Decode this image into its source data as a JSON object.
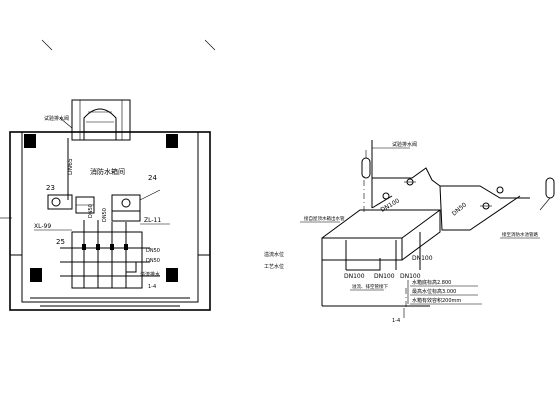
{
  "plan": {
    "room_label": "消防水箱间",
    "pipe_labels": [
      "DN65",
      "DN50",
      "DN50",
      "DN50",
      "DN50"
    ],
    "equipment_numbers": [
      "23",
      "24",
      "25"
    ],
    "riser_left": "XL-99",
    "riser_right": "ZL-11",
    "valve_note": "试验排水阀",
    "drain_note": "溢流排水",
    "axis_label": "1-4"
  },
  "iso": {
    "notes": [
      "试验排水阀",
      "接自屋顶水箱出水管",
      "接至消防水池管路",
      "溢流、排空管接下"
    ],
    "pipe_labels": [
      "DN100",
      "DN50",
      "DN100",
      "DN100",
      "DN100",
      "DN100"
    ],
    "elevations": [
      "水箱底标高2.800",
      "最高水位标高3.000",
      "水箱有效容积200mm"
    ],
    "legend": [
      "溢流水位",
      "工艺水位"
    ],
    "axis_label": "1-4"
  }
}
